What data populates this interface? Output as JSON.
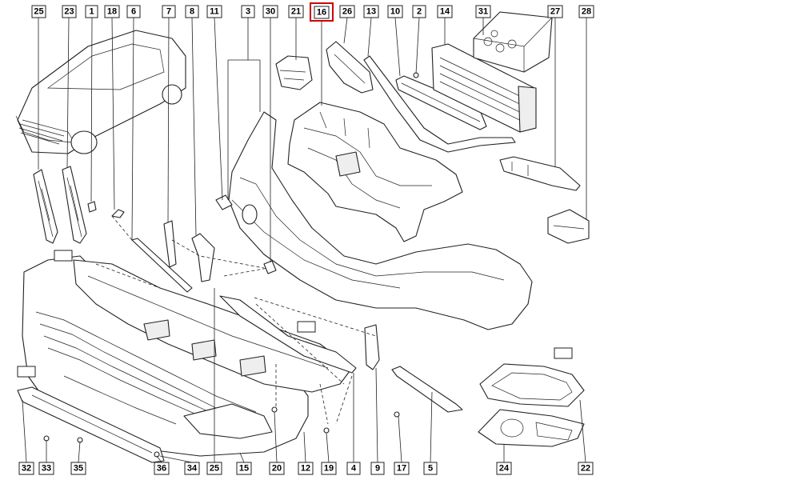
{
  "title": "",
  "highlight_color": "#cc0000",
  "highlighted": "16",
  "top_labels": [
    "25",
    "23",
    "1",
    "18",
    "6",
    "7",
    "8",
    "11",
    "3",
    "30",
    "21",
    "16",
    "26",
    "13",
    "10",
    "2",
    "14",
    "31",
    "27",
    "28"
  ],
  "bottom_labels": [
    "32",
    "33",
    "35",
    "36",
    "34",
    "25",
    "15",
    "20",
    "12",
    "19",
    "4",
    "9",
    "17",
    "5",
    "24",
    "22"
  ]
}
